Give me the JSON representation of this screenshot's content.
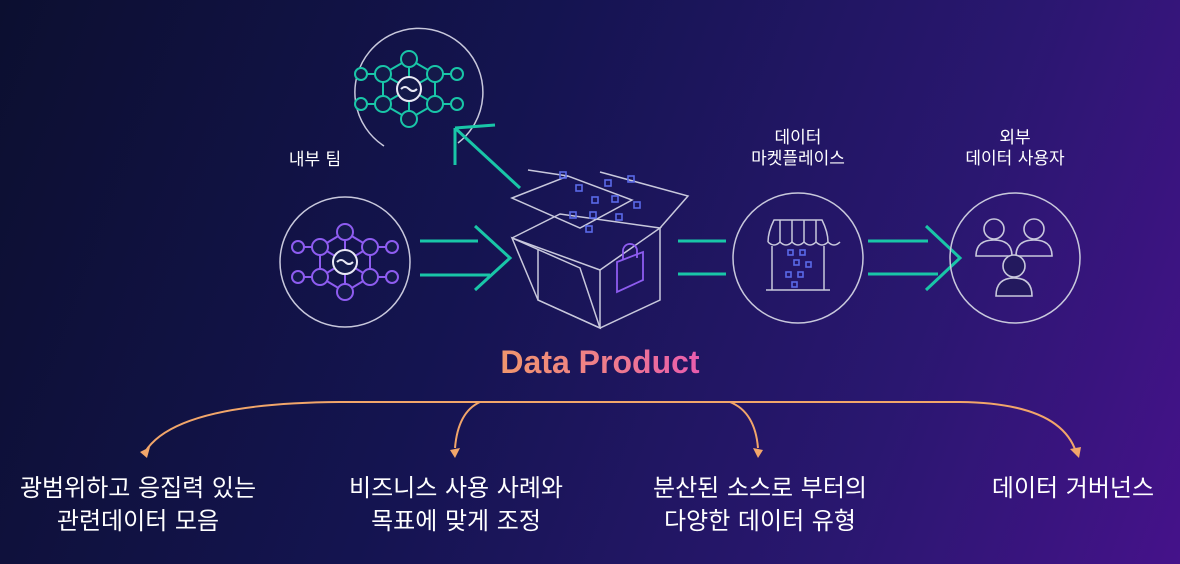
{
  "title": "Data Product",
  "labels": {
    "internal_team": "내부 팀",
    "marketplace": [
      "데이터",
      "마켓플레이스"
    ],
    "external_users": [
      "외부",
      "데이터 사용자"
    ]
  },
  "benefits": [
    [
      "광범위하고 응집력 있는",
      "관련데이터 모음"
    ],
    [
      "비즈니스 사용 사례와",
      "목표에 맞게 조정"
    ],
    [
      "분산된 소스로 부터의",
      "다양한 데이터 유형"
    ],
    [
      "데이터 거버넌스"
    ]
  ],
  "colors": {
    "teal": "#19c6a8",
    "purple": "#8e5cf0",
    "orange": "#f2a66a",
    "outline": "#c8c8dc"
  },
  "icons": [
    "network-teal-icon",
    "network-purple-icon",
    "open-box-icon",
    "lock-icon",
    "storefront-icon",
    "users-icon"
  ]
}
